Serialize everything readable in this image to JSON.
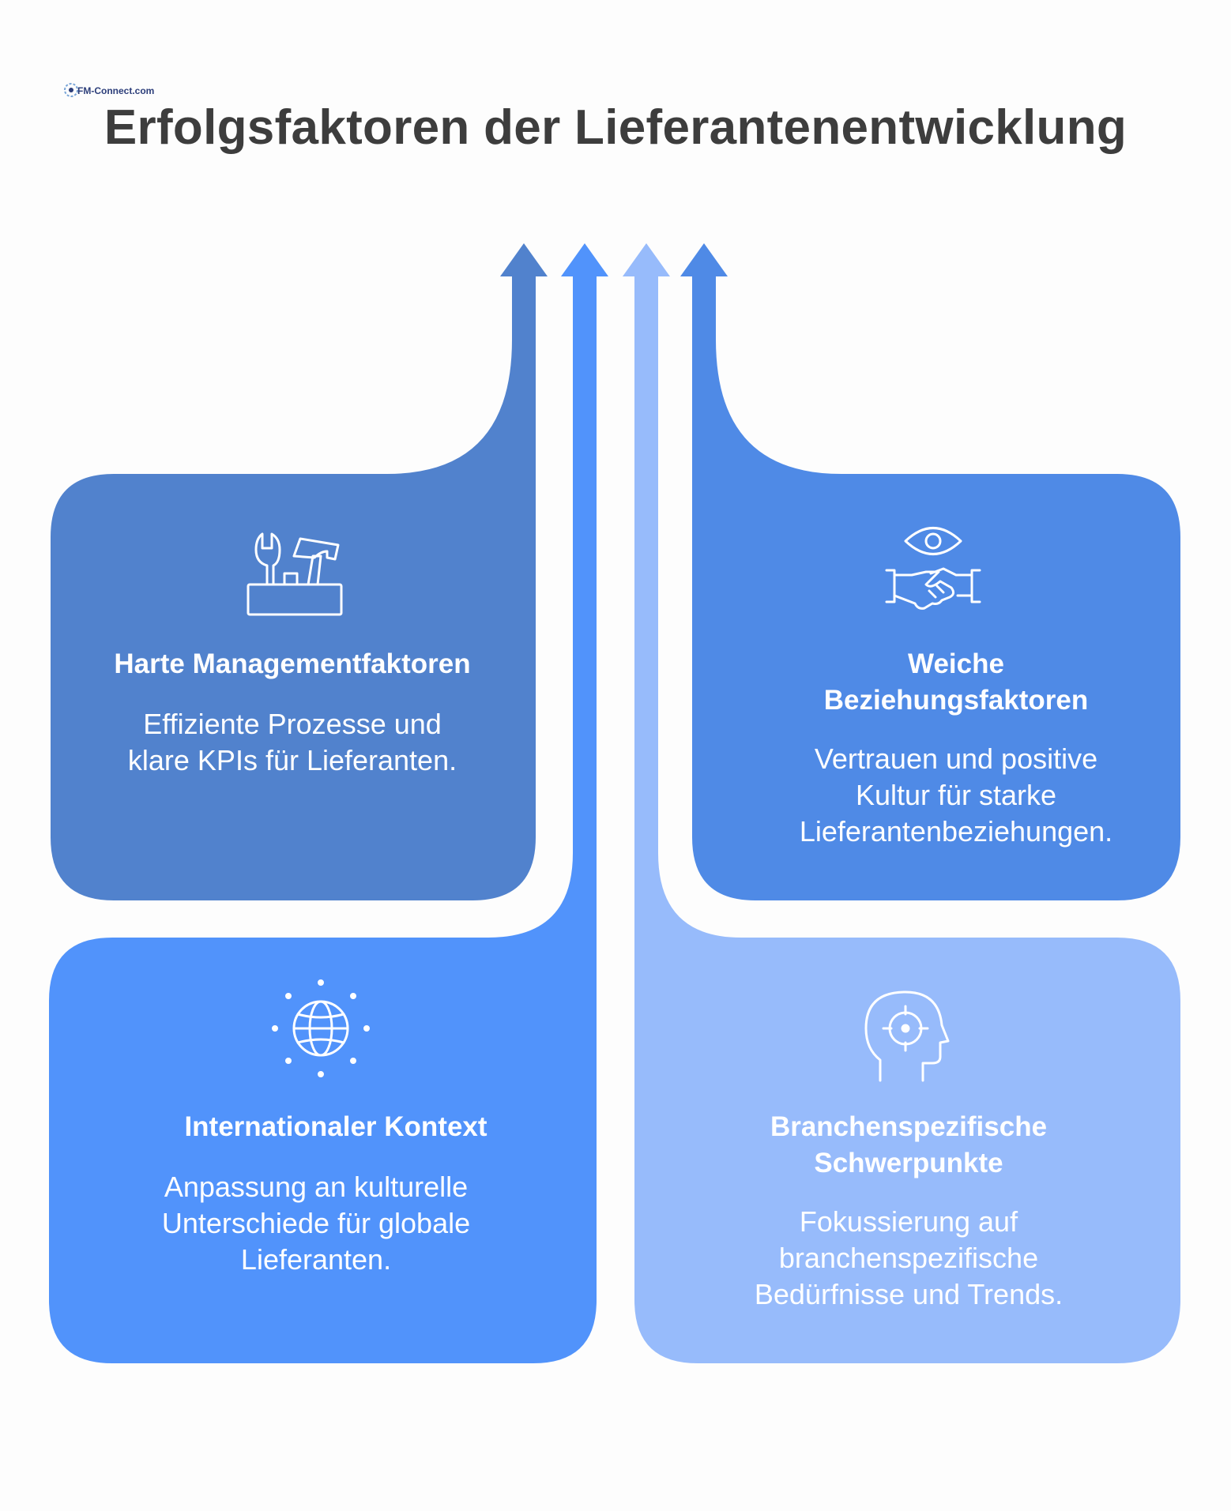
{
  "title": "Erfolgsfaktoren der Lieferantenentwicklung",
  "logo": {
    "text": "FM-Connect.com",
    "icon": "logo-icon"
  },
  "colors": {
    "dark_blue": "#5182CD",
    "mid_blue": "#4F8AE6",
    "bright_blue": "#5193FB",
    "light_blue": "#97BBFB"
  },
  "cards": [
    {
      "title": "Harte Managementfaktoren",
      "description": "Effiziente Prozesse und klare KPIs für Lieferanten.",
      "icon": "toolbox-icon"
    },
    {
      "title": "Weiche Beziehungsfaktoren",
      "description": "Vertrauen und positive Kultur für starke Lieferantenbeziehungen.",
      "icon": "handshake-eye-icon"
    },
    {
      "title": "Internationaler Kontext",
      "description": "Anpassung an kulturelle Unterschiede für globale Lieferanten.",
      "icon": "globe-icon"
    },
    {
      "title": "Branchenspezifische Schwerpunkte",
      "description": "Fokussierung auf branchenspezifische Bedürfnisse und Trends.",
      "icon": "head-target-icon"
    }
  ]
}
